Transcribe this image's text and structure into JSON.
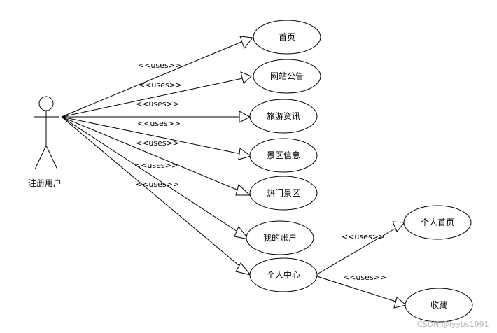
{
  "actor": {
    "label": "注册用户"
  },
  "use_cases": {
    "homepage": "首页",
    "site_notice": "网站公告",
    "travel_info": "旅游资讯",
    "scenic_info": "景区信息",
    "hot_scenic": "热门景区",
    "my_account": "我的账户",
    "personal_center": "个人中心",
    "personal_home": "个人首页",
    "favorites": "收藏"
  },
  "relations": {
    "uses_1": "<<uses>>",
    "uses_2": "<<uses>>",
    "uses_3": "<<uses>>",
    "uses_4": "<<uses>>",
    "uses_5": "<<uses>>",
    "uses_6": "<<uses>>",
    "uses_7": "<<uses>>",
    "uses_8": "<<uses>>",
    "uses_9": "<<uses>>"
  },
  "watermark": "CSDN @lyybs1991"
}
